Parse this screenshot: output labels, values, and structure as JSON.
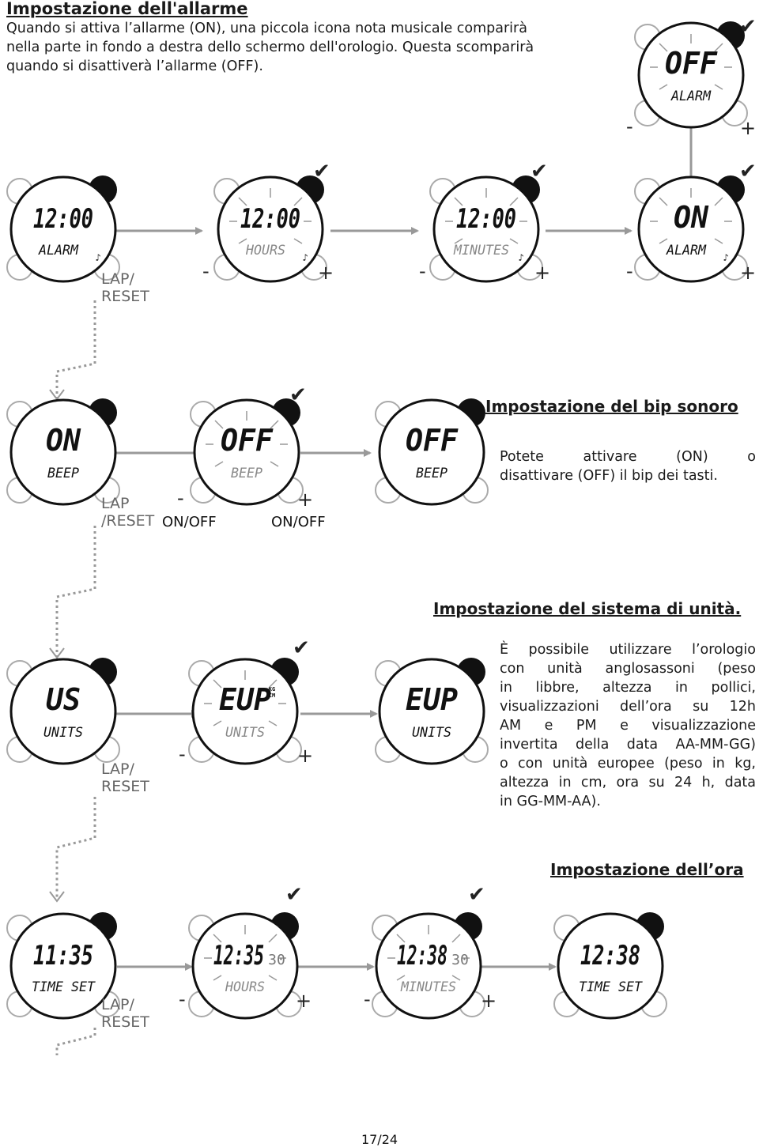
{
  "sections": {
    "alarm": {
      "title": "Impostazione dell'allarme",
      "lines": [
        "Quando si attiva l’allarme (ON), una piccola icona nota musicale comparirà",
        "nella parte in fondo a destra dello schermo dell'orologio. Questa scomparirà",
        "quando si disattiverà l’allarme (OFF)."
      ]
    },
    "beep": {
      "title": "Impostazione del bip sonoro",
      "lines": [
        "Potete attivare (ON) o",
        "disattivare (OFF) il bip dei tasti."
      ]
    },
    "units": {
      "title": "Impostazione del sistema di unità.",
      "lines": [
        "È possibile utilizzare l’orologio",
        "con unità anglosassoni (peso",
        "in libbre, altezza in pollici,",
        "visualizzazioni dell’ora su 12h",
        "AM e PM e visualizzazione",
        "invertita della data AA-MM-GG)",
        "o con unità europee (peso in kg,",
        "altezza in cm, ora su 24 h, data",
        "in GG-MM-AA)."
      ]
    },
    "time": {
      "title": "Impostazione dell’ora"
    }
  },
  "watches": [
    {
      "id": "alarm-off",
      "main": "OFF",
      "sub": "ALARM",
      "note": false,
      "flash": true
    },
    {
      "id": "alarm-time",
      "main": "12:00",
      "sub": "ALARM",
      "note": true,
      "flash": false
    },
    {
      "id": "alarm-hours",
      "main": "12:00",
      "sub": "HOURS",
      "note": true,
      "flash": true
    },
    {
      "id": "alarm-minutes",
      "main": "12:00",
      "sub": "MINUTES",
      "note": true,
      "flash": true
    },
    {
      "id": "alarm-on",
      "main": "ON",
      "sub": "ALARM",
      "note": true,
      "flash": true
    },
    {
      "id": "beep-on",
      "main": "ON",
      "sub": "BEEP",
      "note": false,
      "flash": false
    },
    {
      "id": "beep-off-set",
      "main": "OFF",
      "sub": "BEEP",
      "note": false,
      "flash": true
    },
    {
      "id": "beep-off",
      "main": "OFF",
      "sub": "BEEP",
      "note": false,
      "flash": false
    },
    {
      "id": "units-us",
      "main": "US",
      "sub": "UNITS",
      "note": false,
      "flash": false
    },
    {
      "id": "units-eup-set",
      "main": "EUP",
      "sub": "UNITS",
      "note": false,
      "flash": true,
      "corner": "KG\nCM"
    },
    {
      "id": "units-eup",
      "main": "EUP",
      "sub": "UNITS",
      "note": false,
      "flash": false
    },
    {
      "id": "time-set",
      "main": "11:35",
      "sub": "TIME SET",
      "note": false,
      "flash": false
    },
    {
      "id": "time-hours",
      "main": "12:35",
      "seconds": "30",
      "sub": "HOURS",
      "note": false,
      "flash": true
    },
    {
      "id": "time-minutes",
      "main": "12:38",
      "seconds": "30",
      "sub": "MINUTES",
      "note": false,
      "flash": true
    },
    {
      "id": "time-final",
      "main": "12:38",
      "sub": "TIME SET",
      "note": false,
      "flash": false
    }
  ],
  "labels": {
    "minus": "-",
    "plus": "+",
    "lap_reset": "LAP/\nRESET",
    "lap_reset_split": "LAP\n/RESET",
    "on_off": "ON/OFF",
    "checkmark": "✔",
    "page_number": "17/24"
  }
}
